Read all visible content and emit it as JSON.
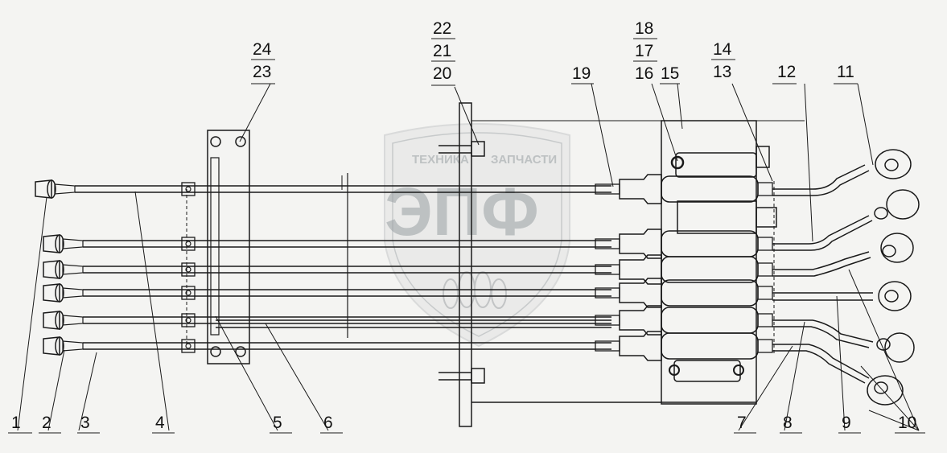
{
  "watermark": {
    "top_text_left": "ТЕХНИКА",
    "top_text_right": "ЗАПЧАСТИ",
    "logo": "ЭПФ"
  },
  "callouts": {
    "bottom": [
      "1",
      "2",
      "3",
      "4",
      "5",
      "6",
      "7",
      "8",
      "9",
      "10"
    ],
    "top": {
      "stack_24_23": [
        "24",
        "23"
      ],
      "stack_22_21_20": [
        "22",
        "21",
        "20"
      ],
      "single_19": "19",
      "stack_18_17_16": [
        "18",
        "17",
        "16"
      ],
      "single_15": "15",
      "stack_14_13": [
        "14",
        "13"
      ],
      "single_12": "12",
      "single_11": "11"
    }
  }
}
